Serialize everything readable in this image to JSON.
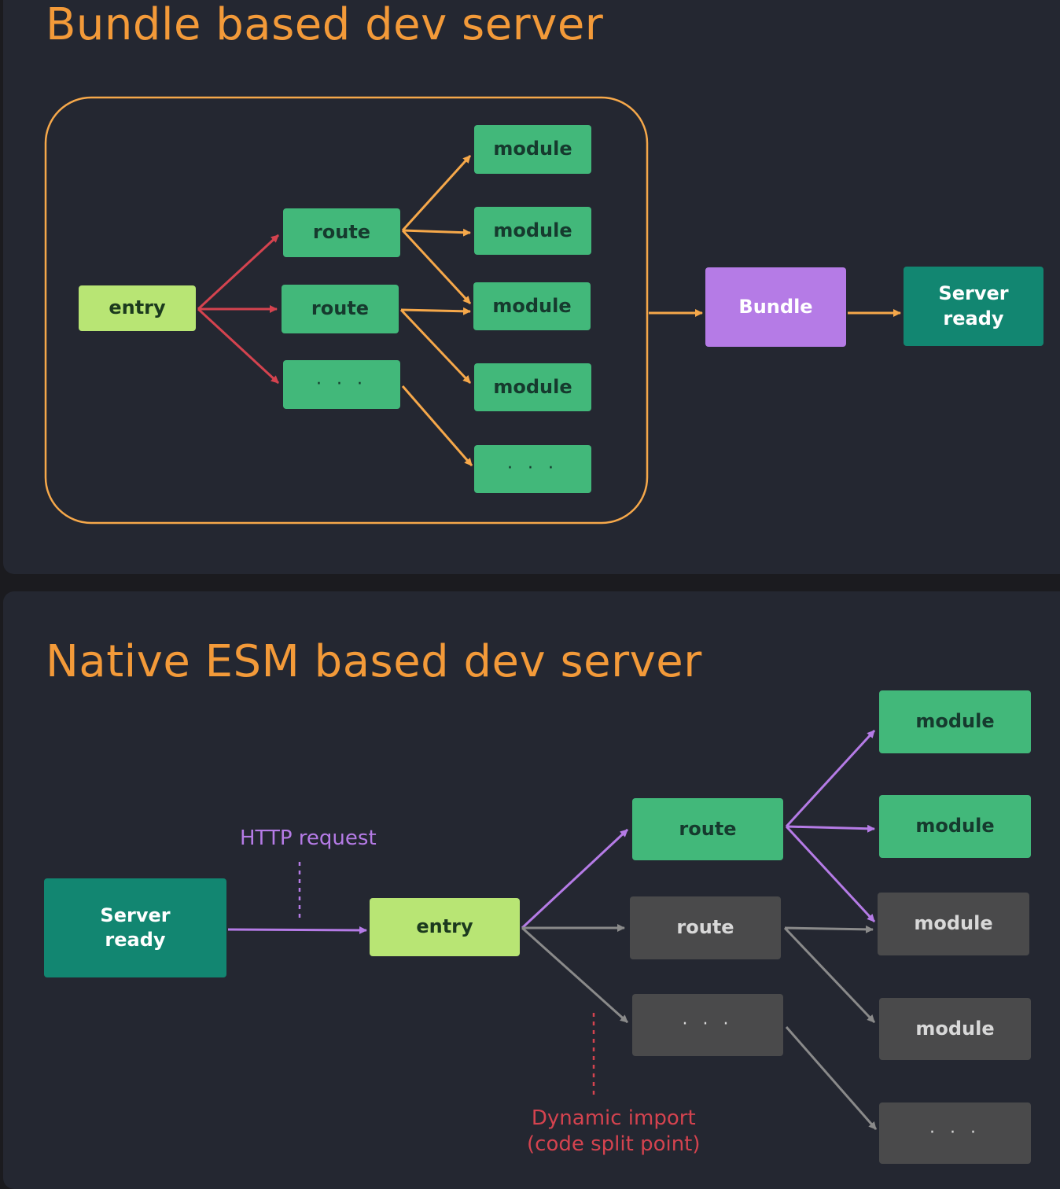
{
  "top": {
    "title": "Bundle based dev server",
    "entry": "entry",
    "routes": [
      "route",
      "route",
      "· · ·"
    ],
    "modules": [
      "module",
      "module",
      "module",
      "module",
      "· · ·"
    ],
    "bundle": "Bundle",
    "server_ready": "Server\nready"
  },
  "bottom": {
    "title": "Native ESM based dev server",
    "server_ready": "Server\nready",
    "http_request": "HTTP request",
    "entry": "entry",
    "routes": [
      "route",
      "route",
      "· · ·"
    ],
    "modules": [
      "module",
      "module",
      "module",
      "module",
      "· · ·"
    ],
    "dynamic_import": "Dynamic import\n(code split point)"
  },
  "colors": {
    "orange": "#f6a84a",
    "red": "#d4434f",
    "purple": "#b57be6",
    "gray": "#8a8a8a",
    "title": "#f39a39"
  }
}
